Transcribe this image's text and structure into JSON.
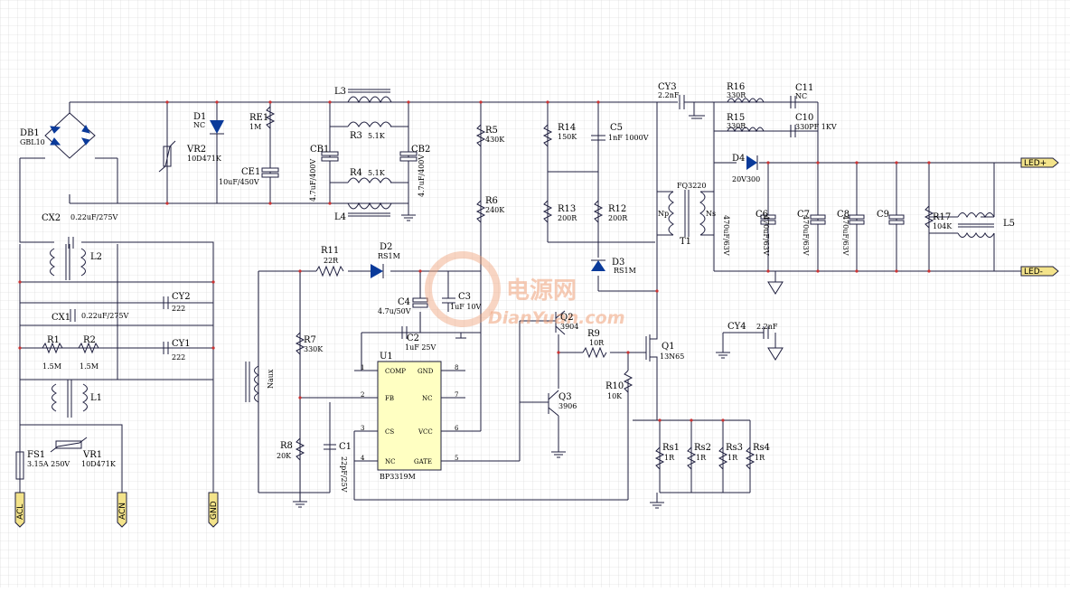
{
  "colors": {
    "grid_minor": "#d4d4d4",
    "grid_major": "#bdbdbd",
    "wire": "#1f1f3f",
    "diode_fill": "#0a3a9a",
    "port_fill": "#f3e38a",
    "watermark": "#f0a27a"
  },
  "watermark": {
    "cn": "电源网",
    "en": "DianYuan.com"
  },
  "labels": {
    "DB1": "DB1",
    "DB1_val": "GBL10",
    "D1": "D1",
    "D1_val": "NC",
    "VR2": "VR2",
    "VR2_val": "10D471K",
    "RE1": "RE1",
    "RE1_val": "1M",
    "CE1": "CE1",
    "CE1_val": "10uF/450V",
    "CB1": "CB1",
    "CB1_val": "4.7uF/400V",
    "CB2": "CB2",
    "CB2_val": "4.7uF/400V",
    "L3": "L3",
    "L4": "L4",
    "R3": "R3",
    "R3_val": "5.1K",
    "R4": "R4",
    "R4_val": "5.1K",
    "R5": "R5",
    "R5_val": "430K",
    "R6": "R6",
    "R6_val": "240K",
    "R14": "R14",
    "R14_val": "150K",
    "R13": "R13",
    "R13_val": "200R",
    "R12": "R12",
    "R12_val": "200R",
    "C5": "C5",
    "C5_val": "1nF 1000V",
    "D3": "D3",
    "D3_val": "RS1M",
    "CY3": "CY3",
    "CY3_val": "2.2nF",
    "T1": "T1",
    "T1_val": "FQ3220",
    "Np": "Np",
    "Ns": "Ns",
    "R16": "R16",
    "R16_val": "330R",
    "R15": "R15",
    "R15_val": "330R",
    "C11": "C11",
    "C11_val": "NC",
    "C10": "C10",
    "C10_val": "330PF 1KV",
    "D4": "D4",
    "D4_val": "20V300",
    "C6": "C6",
    "C6_val": "470uF/63V",
    "C7": "C7",
    "C7_val": "470uF/63V",
    "C8": "C8",
    "C8_val": "470uF/63V",
    "C9": "C9",
    "C9_val": "470uF/63V",
    "R17": "R17",
    "R17_val": "104K",
    "L5": "L5",
    "LEDP": "LED+",
    "LEDN": "LED-",
    "CX2": "CX2",
    "CX2_val": "0.22uF/275V",
    "L2": "L2",
    "CX1": "CX1",
    "CX1_val": "0.22uF/275V",
    "R1": "R1",
    "R1_val": "1.5M",
    "R2": "R2",
    "R2_val": "1.5M",
    "CY2": "CY2",
    "CY2_val": "222",
    "CY1": "CY1",
    "CY1_val": "222",
    "L1": "L1",
    "FS1": "FS1",
    "FS1_val": "3.15A 250V",
    "VR1": "VR1",
    "VR1_val": "10D471K",
    "ACL": "ACL",
    "ACN": "ACN",
    "GND": "GND",
    "R11": "R11",
    "R11_val": "22R",
    "D2": "D2",
    "D2_val": "RS1M",
    "C4": "C4",
    "C4_val": "4.7u/50V",
    "C3": "C3",
    "C3_val": "1uF 10V",
    "C2": "C2",
    "C2_val": "1uF 25V",
    "Naux": "Naux",
    "R7": "R7",
    "R7_val": "330K",
    "R8": "R8",
    "R8_val": "20K",
    "C1": "C1",
    "C1_val": "22pF/25V",
    "U1": "U1",
    "U1_val": "BP3319M",
    "COMP": "COMP",
    "GND_pin": "GND",
    "FB": "FB",
    "NC7": "NC",
    "CS": "CS",
    "VCC": "VCC",
    "NC4": "NC",
    "GATE": "GATE",
    "p1": "1",
    "p2": "2",
    "p3": "3",
    "p4": "4",
    "p5": "5",
    "p6": "6",
    "p7": "7",
    "p8": "8",
    "Q2": "Q2",
    "Q2_val": "3904",
    "Q3": "Q3",
    "Q3_val": "3906",
    "R9": "R9",
    "R9_val": "10R",
    "R10": "R10",
    "R10_val": "10K",
    "Q1": "Q1",
    "Q1_val": "13N65",
    "CY4": "CY4",
    "CY4_val": "2.2nF",
    "Rs1": "Rs1",
    "Rs1_val": "1R",
    "Rs2": "Rs2",
    "Rs2_val": "1R",
    "Rs3": "Rs3",
    "Rs3_val": "1R",
    "Rs4": "Rs4",
    "Rs4_val": "1R"
  }
}
